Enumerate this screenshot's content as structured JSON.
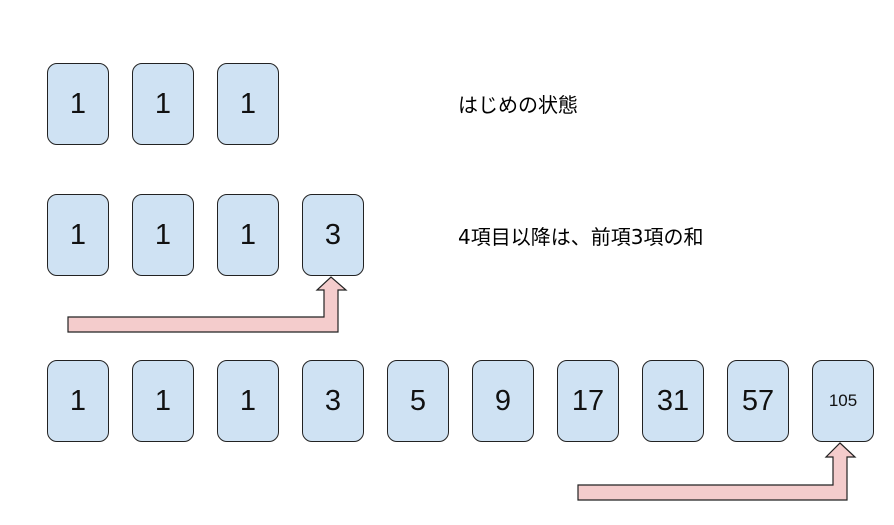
{
  "rows": [
    {
      "values": [
        "1",
        "1",
        "1"
      ],
      "caption": "はじめの状態"
    },
    {
      "values": [
        "1",
        "1",
        "1",
        "3"
      ],
      "caption": "4項目以降は、前項3項の和"
    },
    {
      "values": [
        "1",
        "1",
        "1",
        "3",
        "5",
        "9",
        "17",
        "31",
        "57",
        "105"
      ],
      "caption": ""
    }
  ],
  "colors": {
    "box_fill": "#cfe2f3",
    "arrow_fill": "#f4cccc",
    "stroke": "#222222"
  }
}
